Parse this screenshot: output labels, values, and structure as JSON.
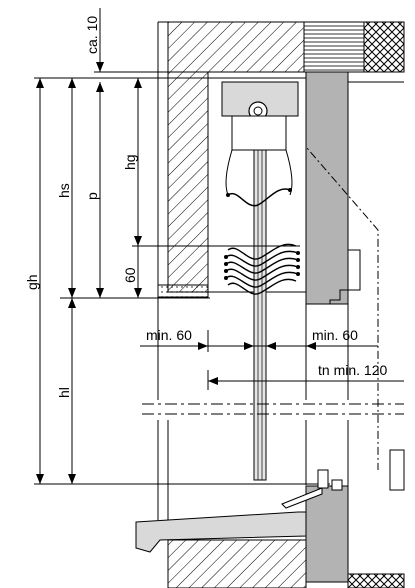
{
  "labels": {
    "ca10": "ca. 10",
    "gh": "gh",
    "hs": "hs",
    "p": "p",
    "hg": "hg",
    "v60": "60",
    "hl": "hl",
    "min60_left": "min. 60",
    "min60_right": "min. 60",
    "tn_min120": "tn min. 120"
  },
  "colors": {
    "line": "#000000",
    "wall_fill": "#ffffff",
    "frame_fill": "#b3b3b3",
    "blind_fill": "#d9d9d9",
    "background": "#ffffff"
  }
}
